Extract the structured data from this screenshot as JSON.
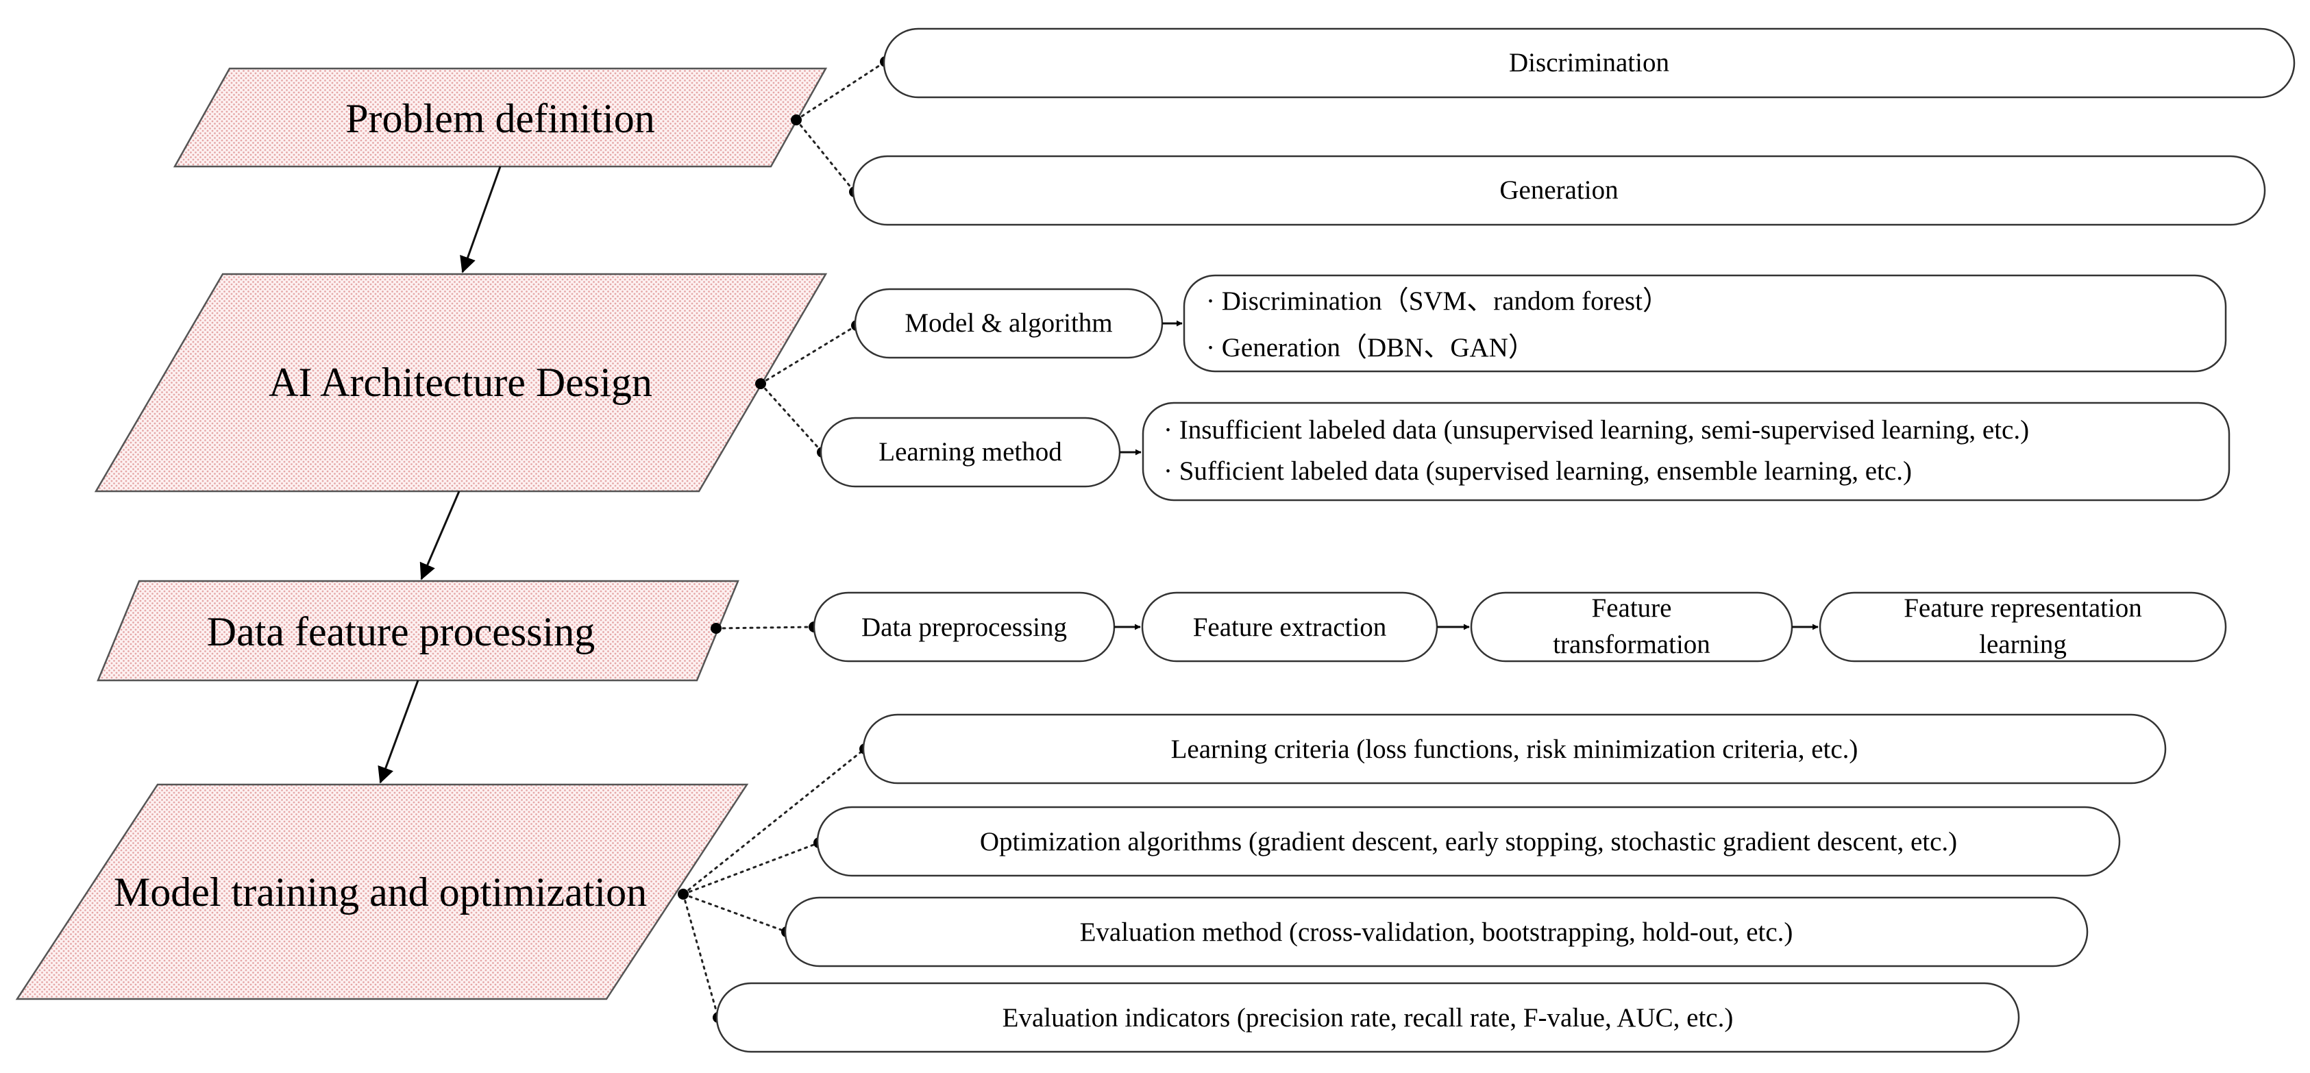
{
  "stages": [
    {
      "label": "Problem definition"
    },
    {
      "label": "AI Architecture Design"
    },
    {
      "label": "Data feature processing"
    },
    {
      "label": "Model training and optimization"
    }
  ],
  "problem": {
    "discrimination": "Discrimination",
    "generation": "Generation"
  },
  "architecture": {
    "model_label": "Model & algorithm",
    "model_items": [
      "· Discrimination（SVM、random forest）",
      "· Generation（DBN、GAN）"
    ],
    "method_label": "Learning method",
    "method_items": [
      "· Insufficient labeled data (unsupervised learning, semi-supervised learning, etc.)",
      "· Sufficient labeled data (supervised learning, ensemble learning, etc.)"
    ]
  },
  "features": {
    "steps": [
      {
        "lines": [
          "Data preprocessing"
        ]
      },
      {
        "lines": [
          "Feature extraction"
        ]
      },
      {
        "lines": [
          "Feature",
          "transformation"
        ]
      },
      {
        "lines": [
          "Feature representation",
          "learning"
        ]
      }
    ]
  },
  "training": {
    "items": [
      "Learning criteria (loss functions, risk minimization criteria, etc.)",
      "Optimization algorithms (gradient descent, early stopping, stochastic gradient descent, etc.)",
      "Evaluation method (cross-validation, bootstrapping, hold-out, etc.)",
      "Evaluation indicators (precision rate, recall rate, F-value, AUC, etc.)"
    ]
  }
}
